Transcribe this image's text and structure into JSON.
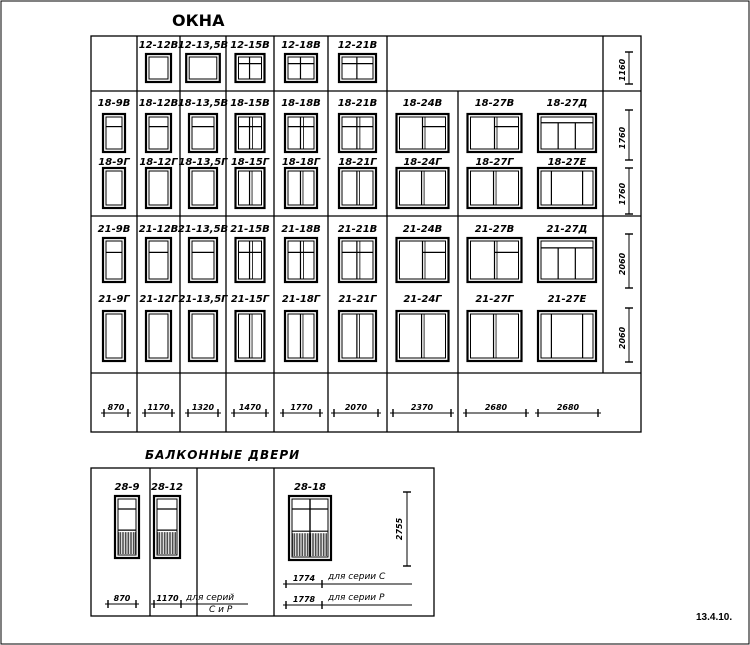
{
  "title": "ОКНА",
  "balcony_title": "БАЛКОННЫЕ ДВЕРИ",
  "figure_number": "13.4.10.",
  "windows": [
    {
      "label": "12-12В",
      "w": 1,
      "t": 0
    },
    {
      "label": "12-13,5В",
      "w": 1.2,
      "t": 0
    },
    {
      "label": "12-15В",
      "w": 1,
      "t": 1
    },
    {
      "label": "12-18В",
      "w": 1,
      "t": 1
    },
    {
      "label": "12-21В",
      "w": 1,
      "t": 1
    },
    {
      "label": "18-9В",
      "w": 1,
      "t": 2
    },
    {
      "label": "18-12В",
      "w": 1,
      "t": 2
    },
    {
      "label": "18-13,5В",
      "w": 1,
      "t": 2
    },
    {
      "label": "18-15В",
      "w": 1,
      "t": 3
    },
    {
      "label": "18-18В",
      "w": 1,
      "t": 3
    },
    {
      "label": "18-21В",
      "w": 1,
      "t": 3
    },
    {
      "label": "18-24В",
      "w": 1,
      "t": 4
    },
    {
      "label": "18-27В",
      "w": 1,
      "t": 4
    },
    {
      "label": "18-27Д",
      "w": 1,
      "t": 5
    },
    {
      "label": "18-9Г",
      "w": 1,
      "t": 6
    },
    {
      "label": "18-12Г",
      "w": 1,
      "t": 6
    },
    {
      "label": "18-13,5Г",
      "w": 1,
      "t": 6
    },
    {
      "label": "18-15Г",
      "w": 1,
      "t": 7
    },
    {
      "label": "18-18Г",
      "w": 1,
      "t": 7
    },
    {
      "label": "18-21Г",
      "w": 1,
      "t": 7
    },
    {
      "label": "18-24Г",
      "w": 1,
      "t": 8
    },
    {
      "label": "18-27Г",
      "w": 1,
      "t": 8
    },
    {
      "label": "18-27Е",
      "w": 1,
      "t": 9
    },
    {
      "label": "21-9В",
      "w": 1,
      "t": 2
    },
    {
      "label": "21-12В",
      "w": 1,
      "t": 2
    },
    {
      "label": "21-13,5В",
      "w": 1,
      "t": 2
    },
    {
      "label": "21-15В",
      "w": 1,
      "t": 3
    },
    {
      "label": "21-18В",
      "w": 1,
      "t": 3
    },
    {
      "label": "21-21В",
      "w": 1,
      "t": 3
    },
    {
      "label": "21-24В",
      "w": 1,
      "t": 4
    },
    {
      "label": "21-27В",
      "w": 1,
      "t": 4
    },
    {
      "label": "21-27Д",
      "w": 1,
      "t": 5
    },
    {
      "label": "21-9Г",
      "w": 1,
      "t": 6
    },
    {
      "label": "21-12Г",
      "w": 1,
      "t": 6
    },
    {
      "label": "21-13,5Г",
      "w": 1,
      "t": 6
    },
    {
      "label": "21-15Г",
      "w": 1,
      "t": 7
    },
    {
      "label": "21-18Г",
      "w": 1,
      "t": 7
    },
    {
      "label": "21-21Г",
      "w": 1,
      "t": 7
    },
    {
      "label": "21-24Г",
      "w": 1,
      "t": 8
    },
    {
      "label": "21-27Г",
      "w": 1,
      "t": 8
    },
    {
      "label": "21-27Е",
      "w": 1,
      "t": 9
    }
  ],
  "width_dimensions": [
    "870",
    "1170",
    "1320",
    "1470",
    "1770",
    "2070",
    "2370",
    "2680",
    "2680"
  ],
  "height_dimensions": [
    "1160",
    "1760",
    "1760",
    "2060",
    "2060"
  ],
  "doors": [
    {
      "label": "28-9"
    },
    {
      "label": "28-12"
    },
    {
      "label": "28-18"
    }
  ],
  "door_height": "2755",
  "door_width_dims": [
    "870",
    "1170"
  ],
  "note_series": "для серий",
  "note_series_names": "С и Р",
  "door_18_dims": [
    {
      "width": "1774",
      "note": "для серии С"
    },
    {
      "width": "1778",
      "note": "для серии Р"
    }
  ]
}
